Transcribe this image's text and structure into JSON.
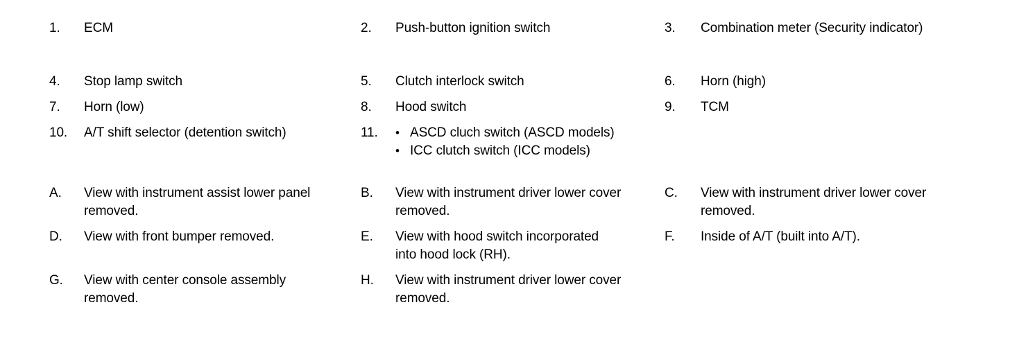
{
  "document": {
    "kind": "component-parts-location-legend",
    "background_color": "#ffffff",
    "text_color": "#000000"
  },
  "numbered_section": {
    "rows": [
      {
        "items": [
          {
            "marker": "1.",
            "text": "ECM"
          },
          {
            "marker": "2.",
            "text": "Push-button ignition switch"
          },
          {
            "marker": "3.",
            "text": "Combination meter (Security indicator)"
          }
        ]
      },
      {
        "items": [
          {
            "marker": "4.",
            "text": "Stop lamp switch"
          },
          {
            "marker": "5.",
            "text": "Clutch interlock switch"
          },
          {
            "marker": "6.",
            "text": "Horn (high)"
          }
        ]
      },
      {
        "items": [
          {
            "marker": "7.",
            "text": "Horn (low)"
          },
          {
            "marker": "8.",
            "text": "Hood switch"
          },
          {
            "marker": "9.",
            "text": "TCM"
          }
        ]
      },
      {
        "items": [
          {
            "marker": "10.",
            "text": "A/T shift selector (detention switch)"
          },
          {
            "marker": "11.",
            "bullet_char": "•",
            "bullets": [
              "ASCD cluch switch (ASCD models)",
              "ICC clutch switch (ICC models)"
            ]
          },
          {
            "marker": "",
            "text": ""
          }
        ]
      }
    ]
  },
  "lettered_section": {
    "rows": [
      {
        "items": [
          {
            "marker": "A.",
            "text": "View with instrument assist lower panel removed."
          },
          {
            "marker": "B.",
            "text": "View with instrument driver lower cover removed."
          },
          {
            "marker": "C.",
            "text": "View with instrument driver lower cover removed."
          }
        ]
      },
      {
        "items": [
          {
            "marker": "D.",
            "text": "View with front bumper removed."
          },
          {
            "marker": "E.",
            "text": "View with hood switch incorporated into hood lock (RH)."
          },
          {
            "marker": "F.",
            "text": "Inside of A/T (built into A/T)."
          }
        ]
      },
      {
        "items": [
          {
            "marker": "G.",
            "text": "View with center console assembly removed."
          },
          {
            "marker": "H.",
            "text": "View with instrument driver lower cover removed."
          },
          {
            "marker": "",
            "text": ""
          }
        ]
      }
    ]
  }
}
